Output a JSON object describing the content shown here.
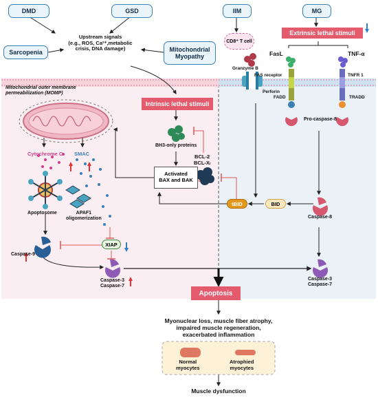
{
  "diseases": {
    "dmd": "DMD",
    "gsd": "GSD",
    "sarcopenia": "Sarcopenia",
    "mito_myopathy": "Mitochondrial Myopathy",
    "iim": "IIM",
    "mg": "MG"
  },
  "upstream": {
    "line1": "Upstream signals",
    "line2": "(e.g., ROS, Ca²⁺,metabolic",
    "line3": "crisis, DNA damage)"
  },
  "stimuli": {
    "intrinsic": "Intrinsic lethal stimuli",
    "extrinsic": "Extrinsic lethal stimuli"
  },
  "momp": {
    "line1": "Mitochondrial outer membrane",
    "line2": "permeabilization (MOMP)"
  },
  "labels": {
    "cytochrome_c": "Cytochrome C",
    "smac": "SMAC",
    "bh3": "BH3-only proteins",
    "bcl2_line1": "BCL-2",
    "bcl2_line2": "BCL-Xₗ",
    "bax_line1": "Activated",
    "bax_line2": "BAX and BAK",
    "apoptosome": "Apoptosome",
    "apaf1_line1": "APAF1",
    "apaf1_line2": "oligomerization",
    "xiap": "XIAP",
    "caspase9": "Caspase-9",
    "caspase37_left_line1": "Caspase-3",
    "caspase37_left_line2": "Caspase-7",
    "cd8": "CD8⁺ T cell",
    "granzyme": "Granzyme B",
    "perforin": "Perforin",
    "fasl": "FasL",
    "tnfa": "TNF-α",
    "fas_receptor": "FAS receptor",
    "tnfr1": "TNFR 1",
    "fadd": "FADD",
    "tradd": "TRADD",
    "procaspase8": "Pro-caspase-8",
    "tbid": "tBID",
    "bid": "BID",
    "caspase8": "Caspase-8",
    "caspase37_right_line1": "Caspase-3",
    "caspase37_right_line2": "Caspase-7",
    "apoptosis": "Apoptosis"
  },
  "outcomes": {
    "line1": "Myonuclear loss, muscle fiber atrophy,",
    "line2": "impaired muscle regeneration,",
    "line3": "exacerbated inflammation"
  },
  "myocytes": {
    "normal_line1": "Normal",
    "normal_line2": "myocytes",
    "atrophied_line1": "Atrophied",
    "atrophied_line2": "myocytes"
  },
  "final": "Muscle dysfunction",
  "colors": {
    "pink_bar": "#e35b6d",
    "pill_border": "#3b7fb3",
    "pill_fill": "#eaf4fb",
    "cytochrome": "#d23d8a",
    "smac": "#3a7fb5",
    "caspase": "#d7576f",
    "caspase_purple": "#8d5bb6",
    "xiap": "#2f6fb0",
    "tbid": "#e39a1c",
    "up_arrow": "#e03333",
    "down_arrow": "#2f7fd0"
  }
}
